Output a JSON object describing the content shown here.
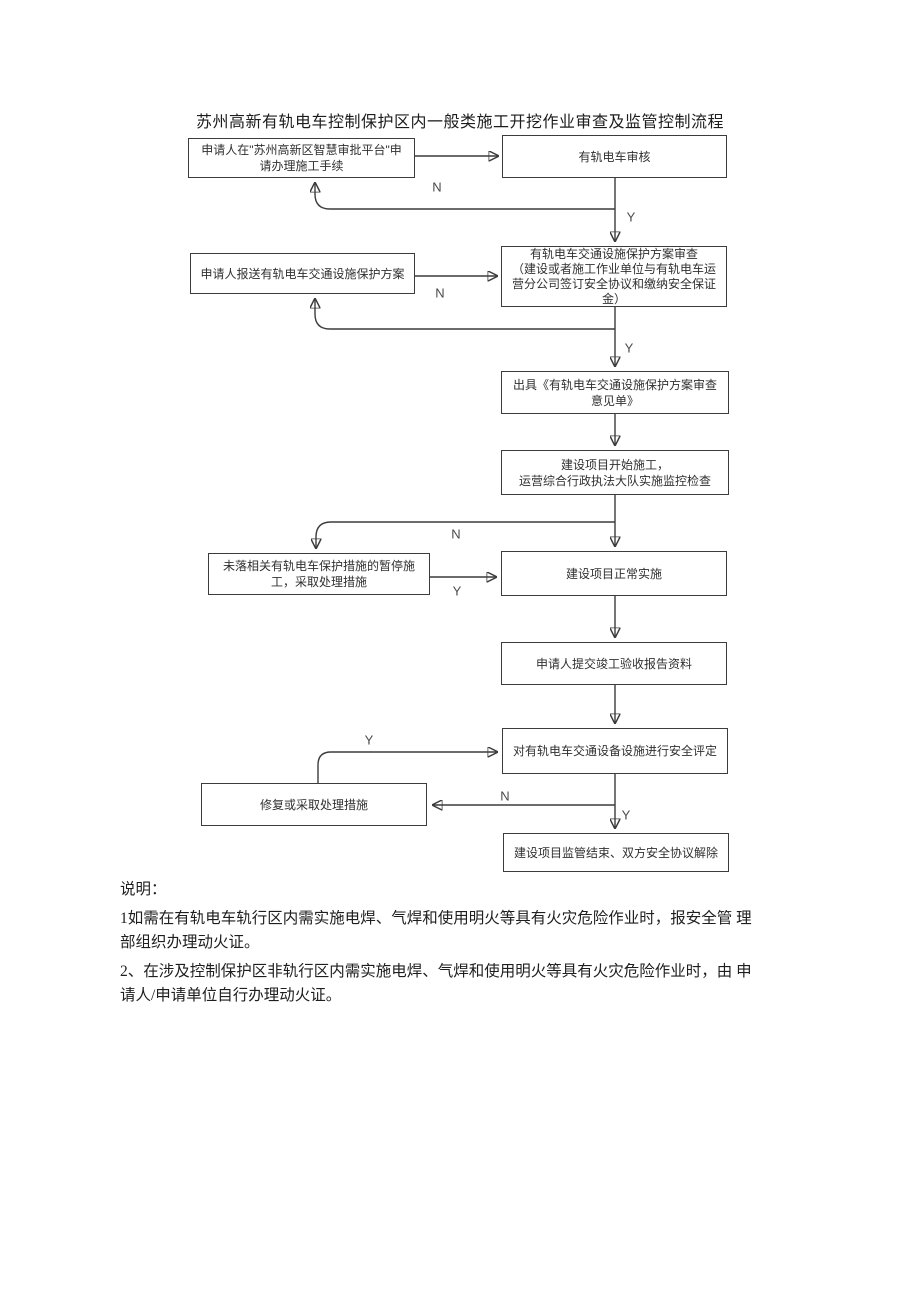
{
  "title": "苏州高新有轨电车控制保护区内一般类施工开挖作业审查及监管控制流程",
  "flow": {
    "boxes": [
      {
        "name": "apply-platform",
        "text": "申请人在\"苏州高新区智慧审批平台\"申\n请办理施工手续"
      },
      {
        "name": "tram-review",
        "text": "有轨电车审核"
      },
      {
        "name": "submit-protection-plan",
        "text": "申请人报送有轨电车交通设施保护方案"
      },
      {
        "name": "protection-plan-review",
        "text": "有轨电车交通设施保护方案审查\n（建设或者施工作业单位与有轨电车运\n营分公司签订安全协议和缴纳安全保证\n金）"
      },
      {
        "name": "issue-opinion-sheet",
        "text": "出具《有轨电车交通设施保护方案审查\n意见单》"
      },
      {
        "name": "start-construction",
        "text": "建设项目开始施工，\n运营综合行政执法大队实施监控检查"
      },
      {
        "name": "suspend-construction",
        "text": "未落相关有轨电车保护措施的暂停施\n工，采取处理措施"
      },
      {
        "name": "normal-implementation",
        "text": "建设项目正常实施"
      },
      {
        "name": "completion-report",
        "text": "申请人提交竣工验收报告资料"
      },
      {
        "name": "safety-evaluation",
        "text": "对有轨电车交通设备设施进行安全评定"
      },
      {
        "name": "repair-measures",
        "text": "修复或采取处理措施"
      },
      {
        "name": "supervision-end",
        "text": "建设项目监管结束、双方安全协议解除"
      }
    ],
    "labels": [
      {
        "text": "N"
      },
      {
        "text": "Y"
      },
      {
        "text": "N"
      },
      {
        "text": "Y"
      },
      {
        "text": "N"
      },
      {
        "text": "Y"
      },
      {
        "text": "Y"
      },
      {
        "text": "N"
      },
      {
        "text": "Y"
      }
    ]
  },
  "notes": {
    "heading": "说明：",
    "lines": [
      "1如需在有轨电车轨行区内需实施电焊、气焊和使用明火等具有火灾危险作业时，报安全管 理",
      "部组织办理动火证。",
      "2、在涉及控制保护区非轨行区内需实施电焊、气焊和使用明火等具有火灾危险作业时，由 申",
      "请人/申请单位自行办理动火证。"
    ]
  }
}
